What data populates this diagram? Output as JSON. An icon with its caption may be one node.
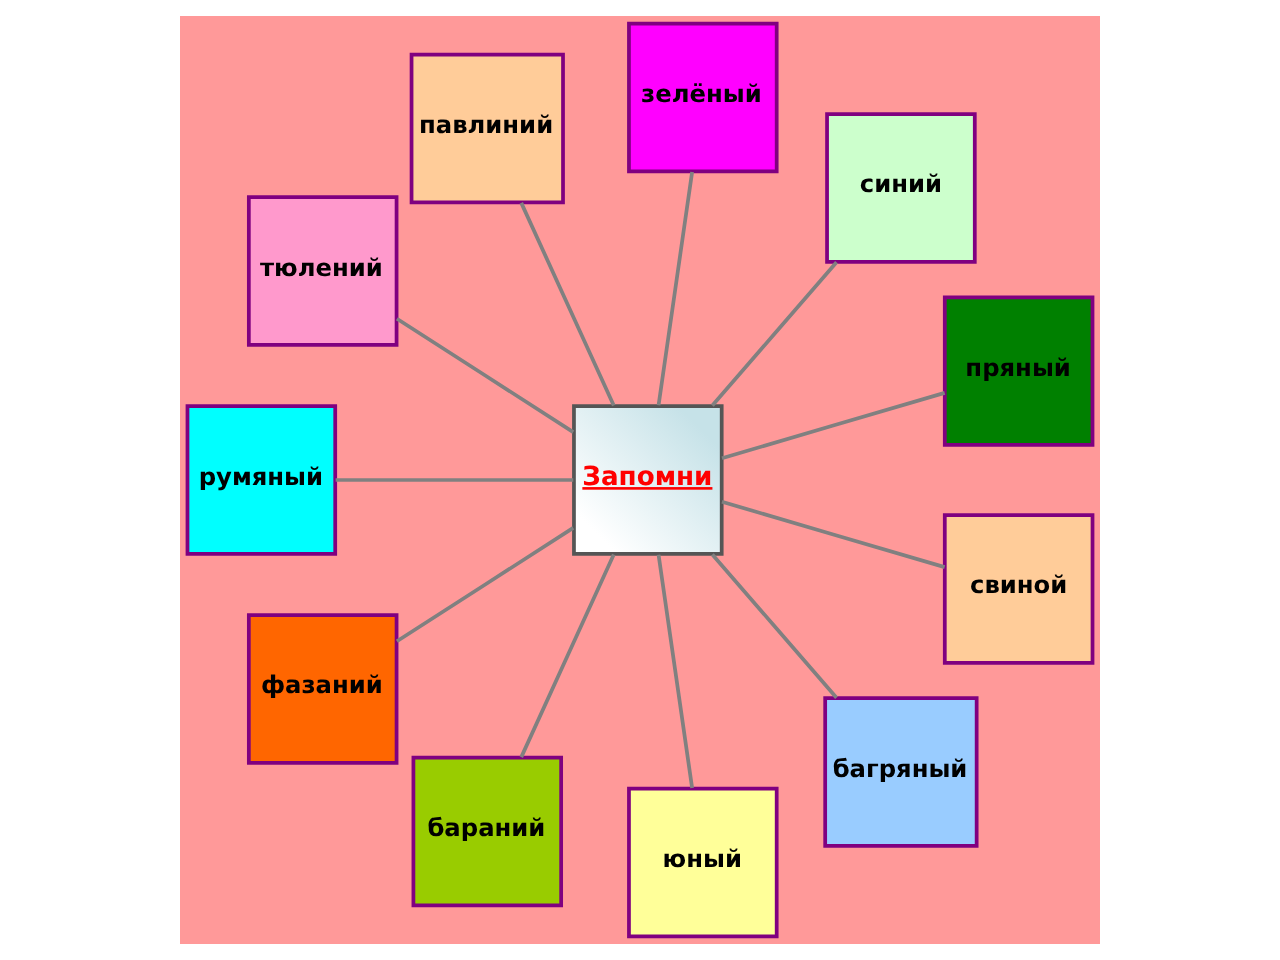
{
  "diagram": {
    "nodes": [
      {
        "text": [
          "Запомни"
        ]
      },
      {
        "text": [
          "зелёный"
        ]
      },
      {
        "text": [
          "павлиний"
        ]
      },
      {
        "text": [
          "синий"
        ]
      },
      {
        "text": [
          "тюлений"
        ]
      },
      {
        "text": [
          "пряный"
        ]
      },
      {
        "text": [
          "румяный"
        ]
      },
      {
        "text": [
          "свиной"
        ]
      },
      {
        "text": [
          "фазаний"
        ]
      },
      {
        "text": [
          "багряный"
        ]
      },
      {
        "text": [
          "бараний"
        ]
      },
      {
        "text": [
          "юный"
        ]
      }
    ],
    "edges": [
      {
        "from": 0,
        "to": 1,
        "arrow": "none"
      },
      {
        "from": 0,
        "to": 3,
        "arrow": "none"
      },
      {
        "from": 0,
        "to": 5,
        "arrow": "none"
      },
      {
        "from": 0,
        "to": 7,
        "arrow": "none"
      },
      {
        "from": 0,
        "to": 9,
        "arrow": "none"
      },
      {
        "from": 0,
        "to": 11,
        "arrow": "none"
      },
      {
        "from": 0,
        "to": 10,
        "arrow": "none"
      },
      {
        "from": 0,
        "to": 8,
        "arrow": "none"
      },
      {
        "from": 0,
        "to": 6,
        "arrow": "none"
      },
      {
        "from": 0,
        "to": 4,
        "arrow": "none"
      },
      {
        "from": 0,
        "to": 2,
        "arrow": "none"
      }
    ]
  }
}
